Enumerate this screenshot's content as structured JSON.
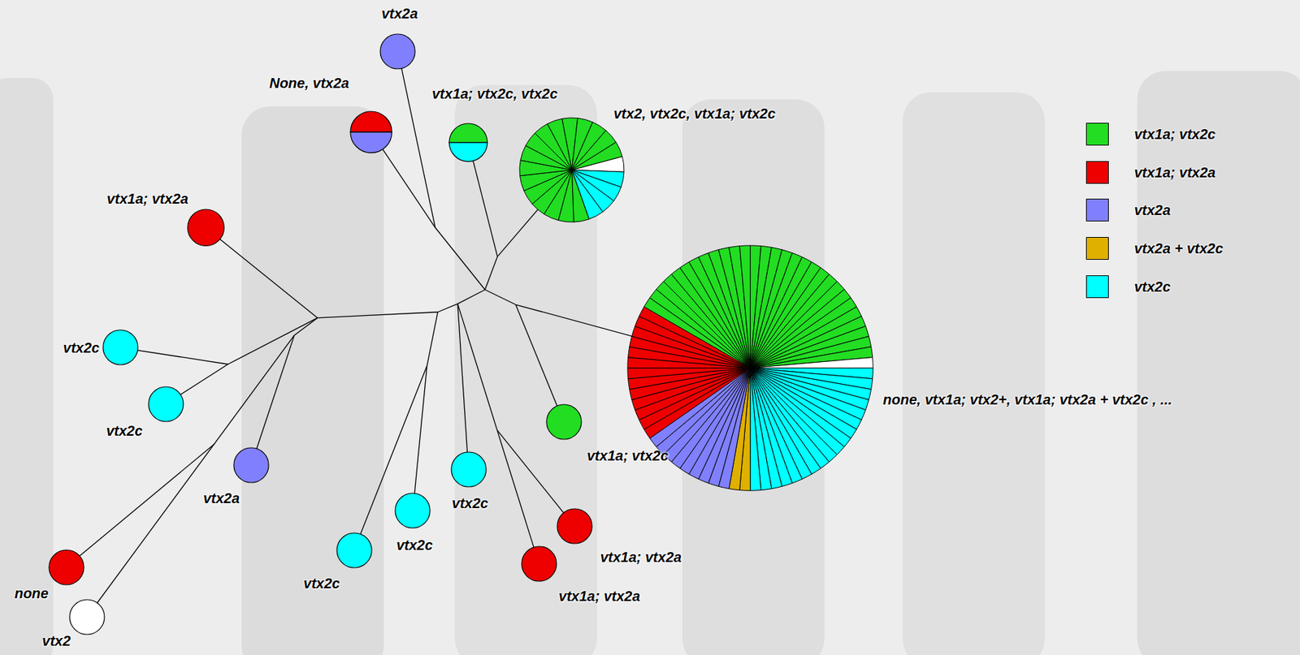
{
  "diagram": {
    "nodes": [
      {
        "text": [
          "vtx2a"
        ]
      },
      {
        "text": [
          "None, vtx2a"
        ]
      },
      {
        "text": [
          "vtx1a; vtx2c, vtx2c"
        ]
      },
      {
        "text": [
          "vtx2, vtx2c, vtx1a; vtx2c"
        ]
      },
      {
        "text": [
          "vtx1a; vtx2a"
        ]
      },
      {
        "text": [
          "none, vtx1a; vtx2+, vtx1a; vtx2a + vtx2c , ..."
        ]
      },
      {
        "text": [
          "vtx2c"
        ]
      },
      {
        "text": [
          "vtx2c"
        ]
      },
      {
        "text": [
          "vtx1a; vtx2c"
        ]
      },
      {
        "text": [
          "vtx2a"
        ]
      },
      {
        "text": [
          "vtx2c"
        ]
      },
      {
        "text": [
          "vtx2c"
        ]
      },
      {
        "text": [
          "vtx1a; vtx2a"
        ]
      },
      {
        "text": [
          "vtx2c"
        ]
      },
      {
        "text": [
          "none"
        ]
      },
      {
        "text": [
          "vtx1a; vtx2a"
        ]
      },
      {
        "text": [
          "vtx2"
        ]
      }
    ],
    "legend": [
      {
        "text": "vtx1a; vtx2c",
        "color": "#22dd22"
      },
      {
        "text": "vtx1a; vtx2a",
        "color": "#ee0000"
      },
      {
        "text": "vtx2a",
        "color": "#8080ff"
      },
      {
        "text": "vtx2a + vtx2c",
        "color": "#e0b000"
      },
      {
        "text": "vtx2c",
        "color": "#00ffff"
      }
    ]
  }
}
